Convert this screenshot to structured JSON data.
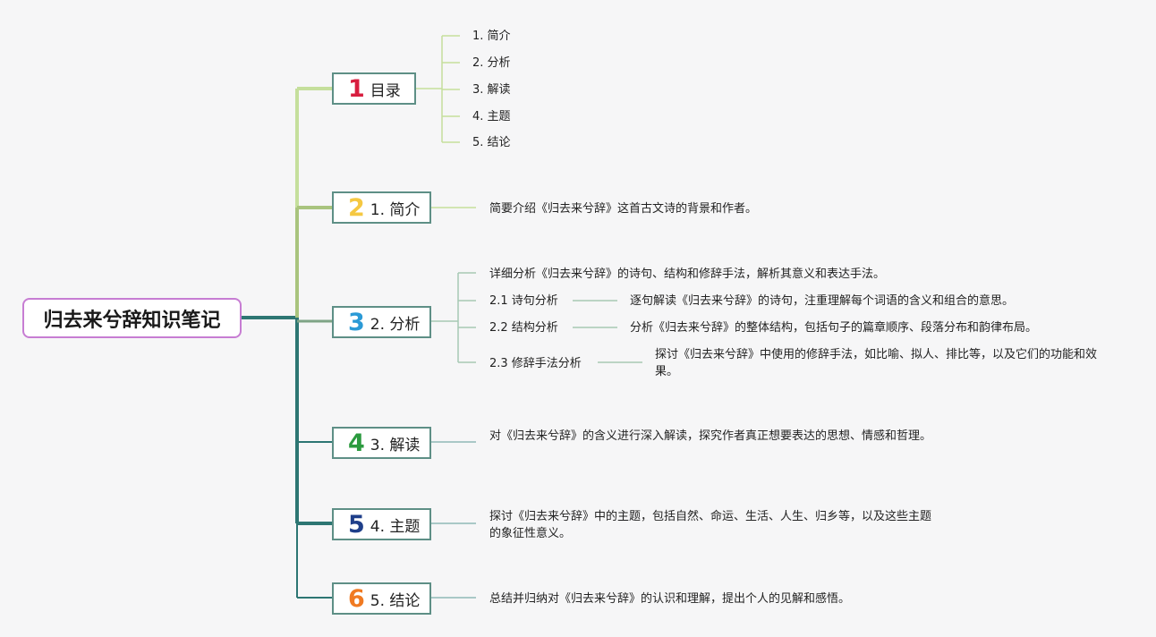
{
  "root": {
    "title": "归去来兮辞知识笔记"
  },
  "colors": {
    "root_border": "#c77dd3",
    "branch_border": "#5e8f86",
    "line_1": "#c5df9c",
    "line_2": "#a9c47e",
    "line_3": "#7fa486",
    "line_4": "#2d7673",
    "line_5": "#2d7673",
    "line_6": "#2d7673",
    "num_1": "#d81e3f",
    "num_2": "#f5c842",
    "num_3": "#2b9ad6",
    "num_4": "#2b9a3e",
    "num_5": "#1f3f8a",
    "num_6": "#f07a22"
  },
  "branches": [
    {
      "num": "1",
      "label": "目录",
      "children": [
        "1. 简介",
        "2. 分析",
        "3. 解读",
        "4. 主题",
        "5. 结论"
      ]
    },
    {
      "num": "2",
      "label": "1. 简介",
      "desc": "简要介绍《归去来兮辞》这首古文诗的背景和作者。"
    },
    {
      "num": "3",
      "label": "2. 分析",
      "desc": "详细分析《归去来兮辞》的诗句、结构和修辞手法，解析其意义和表达手法。",
      "subs": [
        {
          "label": "2.1 诗句分析",
          "desc": "逐句解读《归去来兮辞》的诗句，注重理解每个词语的含义和组合的意思。"
        },
        {
          "label": "2.2 结构分析",
          "desc": "分析《归去来兮辞》的整体结构，包括句子的篇章顺序、段落分布和韵律布局。"
        },
        {
          "label": "2.3 修辞手法分析",
          "desc": "探讨《归去来兮辞》中使用的修辞手法，如比喻、拟人、排比等，以及它们的功能和效果。"
        }
      ]
    },
    {
      "num": "4",
      "label": "3. 解读",
      "desc": "对《归去来兮辞》的含义进行深入解读，探究作者真正想要表达的思想、情感和哲理。"
    },
    {
      "num": "5",
      "label": "4. 主题",
      "desc": "探讨《归去来兮辞》中的主题，包括自然、命运、生活、人生、归乡等，以及这些主题的象征性意义。"
    },
    {
      "num": "6",
      "label": "5. 结论",
      "desc": "总结并归纳对《归去来兮辞》的认识和理解，提出个人的见解和感悟。"
    }
  ]
}
